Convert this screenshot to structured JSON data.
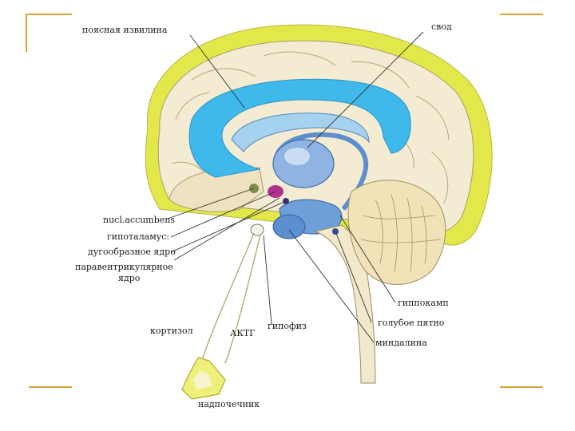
{
  "colors": {
    "frame_accent": "#d6a531",
    "cortex_rim": "#e3e84a",
    "ventricle": "#3fb8ec",
    "limbic_blue": "#6e9fd8",
    "tissue": "#f4ecd2",
    "cerebellum": "#f1e2b8",
    "leader_line": "#333333",
    "hypothalamus": "#b0328c"
  },
  "labels": {
    "cingulate": "поясная извилина",
    "fornix": "свод",
    "accumbens": "nucl.accumbens",
    "hypothalamus": "гипоталамус:",
    "arcuate": "дугообразное ядро",
    "paraventricular_1": "паравентрикулярное",
    "paraventricular_2": "ядро",
    "hippocampus": "гиппокамп",
    "locus": "голубое пятно",
    "amygdala": "миндалина",
    "cortisol": "кортизол",
    "acth": "АКТГ",
    "pituitary": "гипофиз",
    "adrenal": "надпочечник"
  }
}
